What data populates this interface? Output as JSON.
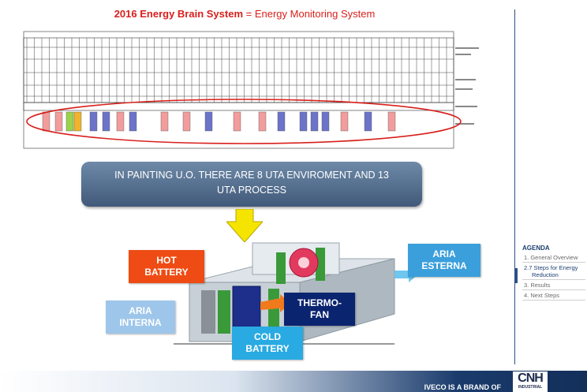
{
  "slide": {
    "title_bold": "2016 Energy Brain System",
    "title_rest": " = Energy Monitoring System"
  },
  "banner": {
    "line1": "IN PAINTING U.O. THERE ARE 8 UTA ENVIROMENT AND 13",
    "line2": "UTA PROCESS"
  },
  "labels": {
    "hot_battery": [
      "HOT",
      "BATTERY"
    ],
    "aria_esterna": [
      "ARIA",
      "ESTERNA"
    ],
    "aria_interna": [
      "ARIA",
      "INTERNA"
    ],
    "thermo_fan": [
      "THERMO-",
      "FAN"
    ],
    "cold_battery": [
      "COLD",
      "BATTERY"
    ]
  },
  "agenda": {
    "heading": "AGENDA",
    "items": [
      "1. General Overview",
      "2.7 Steps for Energy",
      "Reduction",
      "3. Results",
      "4. Next Steps"
    ]
  },
  "footer": {
    "brand_text": "IVECO IS A BRAND OF",
    "logo_text": "CNH",
    "logo_sub": "INDUSTRIAL"
  },
  "colors": {
    "title_red": "#d8201c",
    "navy": "#1d3e70",
    "hot": "#ee4c14",
    "aria_esterna": "#3b9fdc",
    "aria_interna": "#9ec6ea",
    "thermo_fan": "#0b2470",
    "cold": "#29aae2",
    "arrow": "#f5e400"
  }
}
